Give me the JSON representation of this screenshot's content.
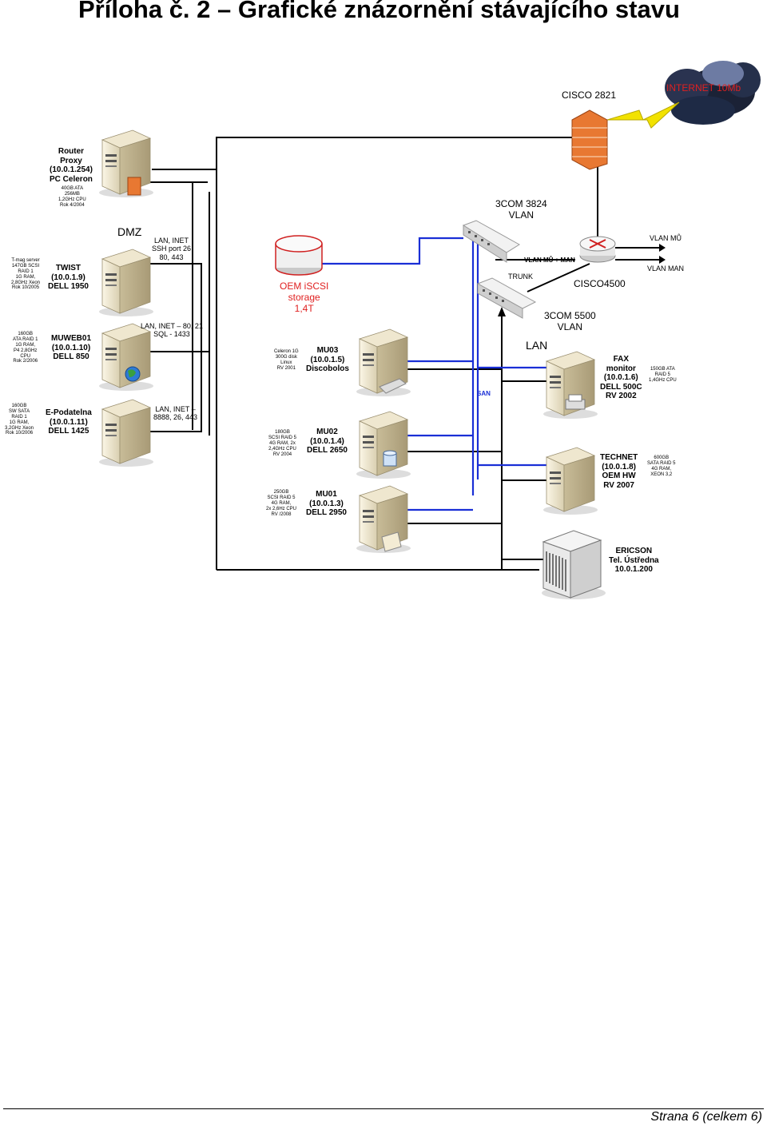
{
  "header": {
    "title": "Příloha č. 2 – Grafické znázornění stávajícího stavu"
  },
  "footer": {
    "page": "Strana 6 (celkem 6)"
  },
  "diagram": {
    "internet": "INTERNET 10Mb",
    "cisco2821": "CISCO 2821",
    "com3824": {
      "line1": "3COM 3824",
      "line2": "VLAN"
    },
    "vlan_mu_man": "VLAN MŮ + MAN",
    "trunk": "TRUNK",
    "cisco4500": "CISCO4500",
    "vlan_mu": "VLAN MŮ",
    "vlan_man": "VLAN MAN",
    "com5500": {
      "line1": "3COM 5500",
      "line2": "VLAN"
    },
    "lan": "LAN",
    "san": "SAN",
    "dmz": "DMZ",
    "storage": {
      "line1": "OEM iSCSI",
      "line2": "storage",
      "line3": "1,4T"
    },
    "router": {
      "name": "Router\nProxy\n(10.0.1.254)\nPC Celeron",
      "spec": "40GB ATA\n256MB\n1,2GHz CPU\nRok 4/2004"
    },
    "twist": {
      "name": "TWIST\n(10.0.1.9)\nDELL 1950",
      "spec": "T-mag server\n147GB SCSI\nRAID 1\n1G RAM,\n2,8GHz Xeon\nRok 10/2005",
      "port": "LAN, INET\nSSH port 26\n80, 443"
    },
    "muweb01": {
      "name": "MUWEB01\n(10.0.1.10)\nDELL 850",
      "spec": "160GB\nATA RAID 1\n1G RAM,\nP4 2,8GHz\nCPU\nRok 2/2006",
      "port": "LAN, INET – 80, 21\nSQL - 1433"
    },
    "epodatelna": {
      "name": "E-Podatelna\n(10.0.1.11)\nDELL 1425",
      "spec": "160GB\nSW SATA\nRAID 1\n1G RAM,\n3,2GHz Xeon\nRok 10/2006",
      "port": "LAN, INET –\n8888, 26, 443"
    },
    "mu03": {
      "name": "MU03\n(10.0.1.5)\nDiscobolos",
      "spec": "Celeron 1G\n300G disk\nLinux\nRV 2001"
    },
    "mu02": {
      "name": "MU02\n(10.0.1.4)\nDELL 2650",
      "spec": "180GB\nSCSI RAID 5\n4G RAM, 2x\n2,4GHz CPU\nRV 2004"
    },
    "mu01": {
      "name": "MU01\n(10.0.1.3)\nDELL 2950",
      "spec": "250GB\nSCSI RAID 5\n4G RAM,\n2x 2,6Hz CPU\nRV /2008"
    },
    "fax": {
      "name": "FAX\nmonitor\n(10.0.1.6)\nDELL 500C\nRV 2002",
      "spec": "150GB ATA\nRAID 5\n1,4GHz CPU"
    },
    "technet": {
      "name": "TECHNET\n(10.0.1.8)\nOEM HW\nRV 2007",
      "spec": "600GB\nSATA RAID 5\n4G RAM,\nXEON 3,2"
    },
    "ericson": {
      "name": "ERICSON\nTel. Ústředna\n10.0.1.200"
    }
  },
  "colors": {
    "san_line": "#1a2fd6",
    "lan_line": "#000000",
    "accent_red": "#e02020"
  }
}
